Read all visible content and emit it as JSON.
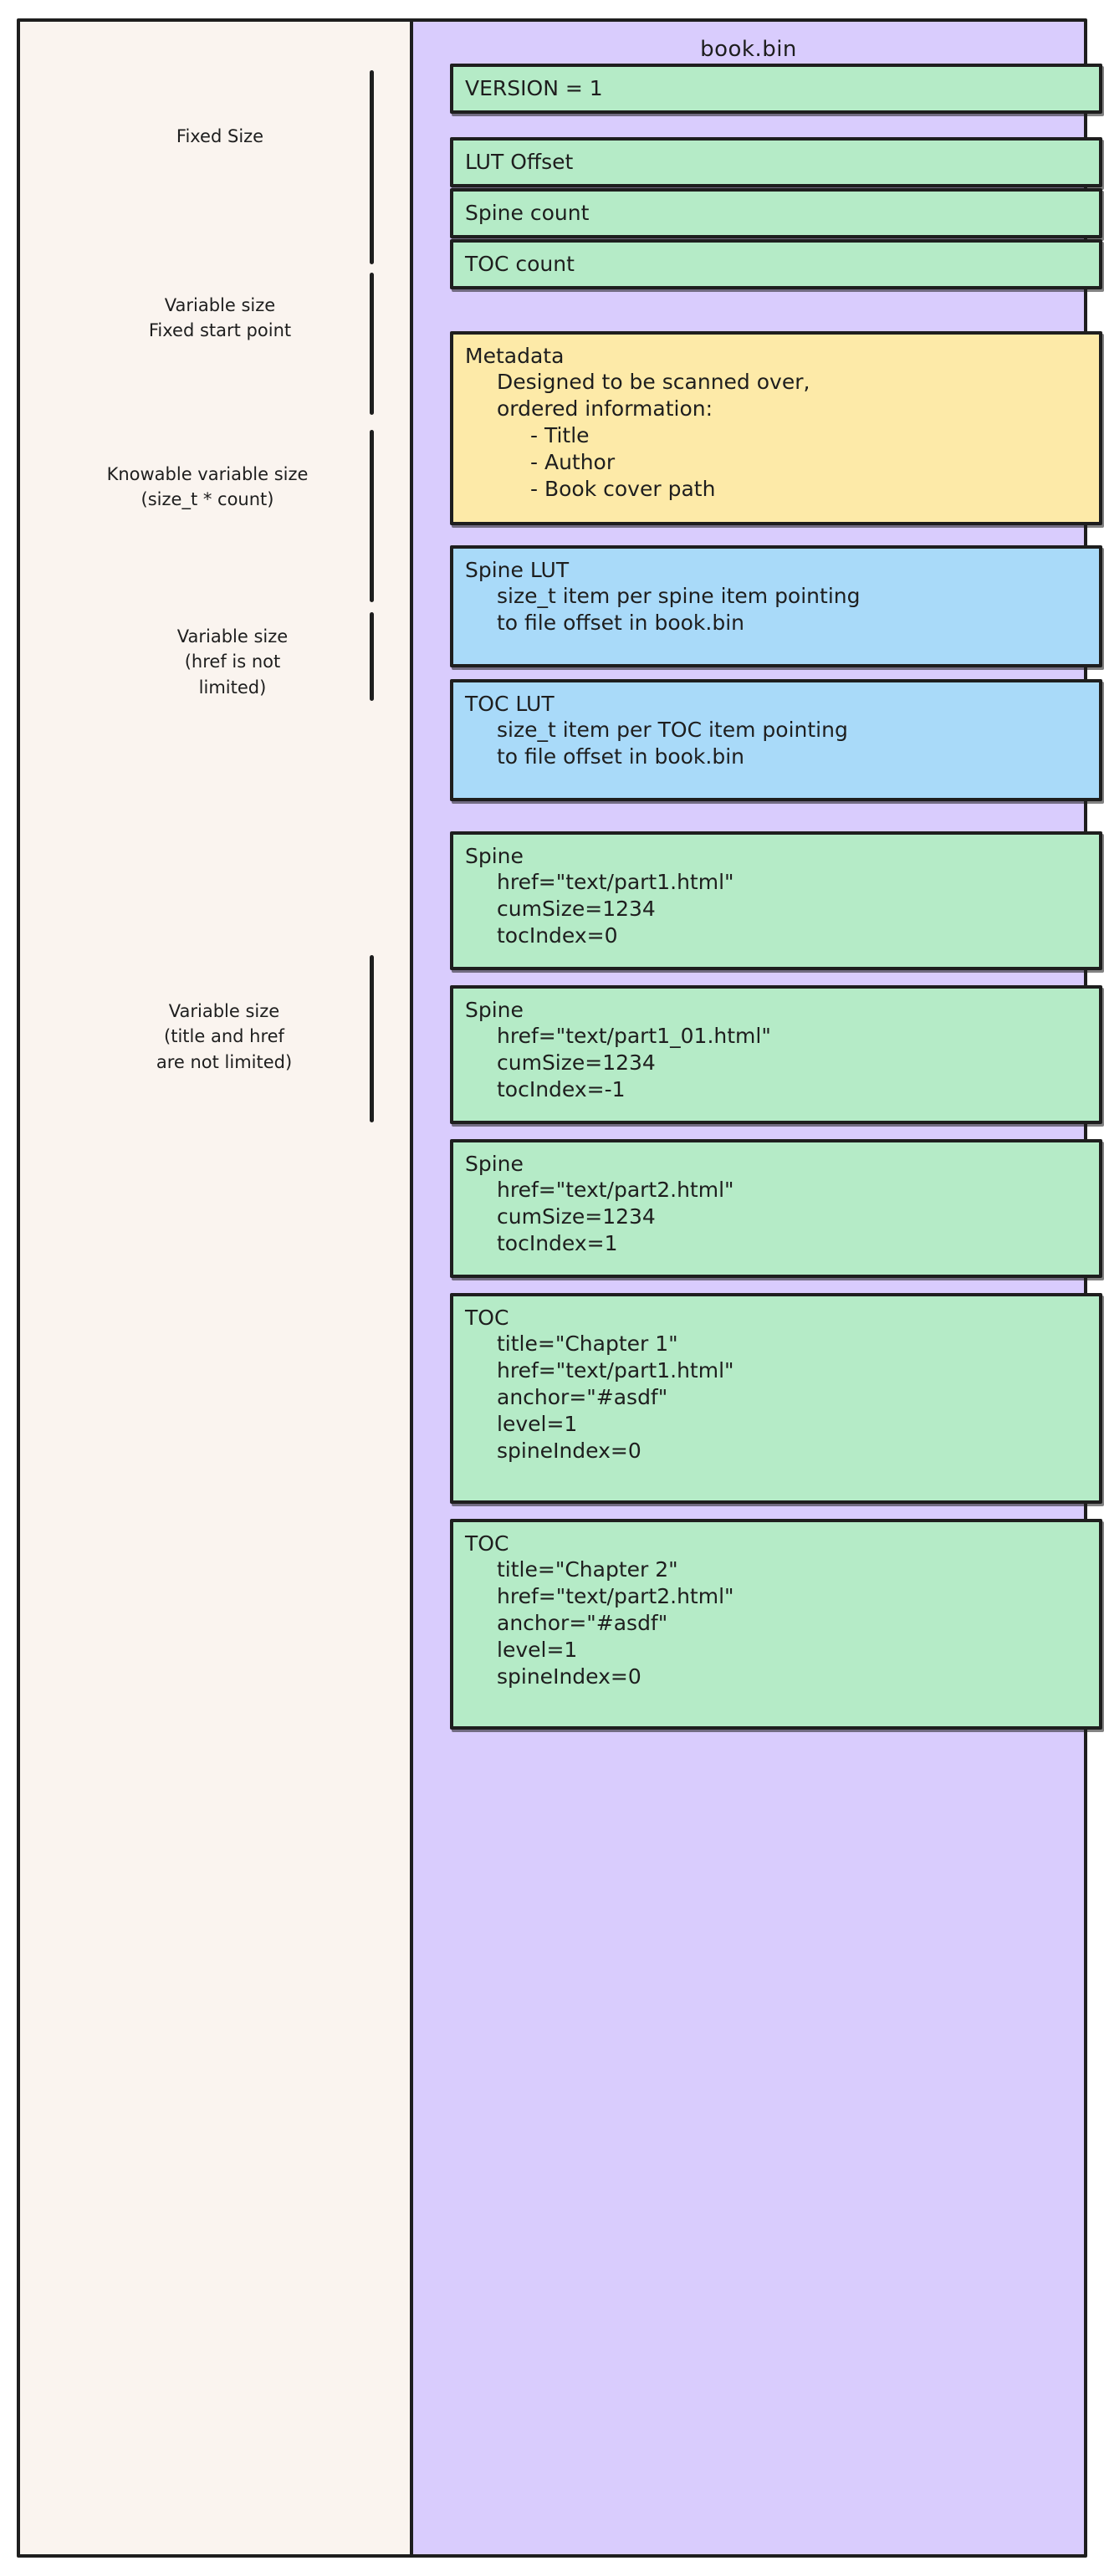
{
  "diagram": {
    "file_title": "book.bin",
    "colors": {
      "background": "#faf4ef",
      "file_column": "#d9ccfd",
      "green_box": "#b5ebc7",
      "yellow_box": "#fdeaa8",
      "blue_box": "#a9daf9",
      "stroke": "#1e1e1e"
    },
    "left_labels": [
      {
        "text": "Fixed Size"
      },
      {
        "text": "Variable size\nFixed start point"
      },
      {
        "text": "Knowable variable size\n(size_t * count)"
      },
      {
        "text": "Variable size\n(href is not\nlimited)"
      },
      {
        "text": "Variable size\n(title and href\nare not limited)"
      }
    ],
    "boxes": [
      {
        "id": "version",
        "color": "green",
        "title": "VERSION = 1",
        "lines": []
      },
      {
        "id": "lut-offset",
        "color": "green",
        "title": "LUT Offset",
        "lines": []
      },
      {
        "id": "spine-count",
        "color": "green",
        "title": "Spine count",
        "lines": []
      },
      {
        "id": "toc-count",
        "color": "green",
        "title": "TOC count",
        "lines": []
      },
      {
        "id": "metadata",
        "color": "yellow",
        "title": "Metadata",
        "lines": [
          "Designed to be scanned over,",
          "ordered information:"
        ],
        "bullets": [
          "- Title",
          "- Author",
          "- Book cover path"
        ]
      },
      {
        "id": "spine-lut",
        "color": "blue",
        "title": "Spine LUT",
        "lines": [
          "size_t item per spine item pointing",
          "to file offset in book.bin"
        ]
      },
      {
        "id": "toc-lut",
        "color": "blue",
        "title": "TOC LUT",
        "lines": [
          "size_t item per TOC item pointing",
          "to file offset in book.bin"
        ]
      },
      {
        "id": "spine-1",
        "color": "green",
        "title": "Spine",
        "lines": [
          "href=\"text/part1.html\"",
          "cumSize=1234",
          "tocIndex=0"
        ]
      },
      {
        "id": "spine-2",
        "color": "green",
        "title": "Spine",
        "lines": [
          "href=\"text/part1_01.html\"",
          "cumSize=1234",
          "tocIndex=-1"
        ]
      },
      {
        "id": "spine-3",
        "color": "green",
        "title": "Spine",
        "lines": [
          "href=\"text/part2.html\"",
          "cumSize=1234",
          "tocIndex=1"
        ]
      },
      {
        "id": "toc-1",
        "color": "green",
        "title": "TOC",
        "lines": [
          "title=\"Chapter 1\"",
          "href=\"text/part1.html\"",
          "anchor=\"#asdf\"",
          "level=1",
          "spineIndex=0"
        ]
      },
      {
        "id": "toc-2",
        "color": "green",
        "title": "TOC",
        "lines": [
          "title=\"Chapter 2\"",
          "href=\"text/part2.html\"",
          "anchor=\"#asdf\"",
          "level=1",
          "spineIndex=0"
        ]
      }
    ]
  }
}
